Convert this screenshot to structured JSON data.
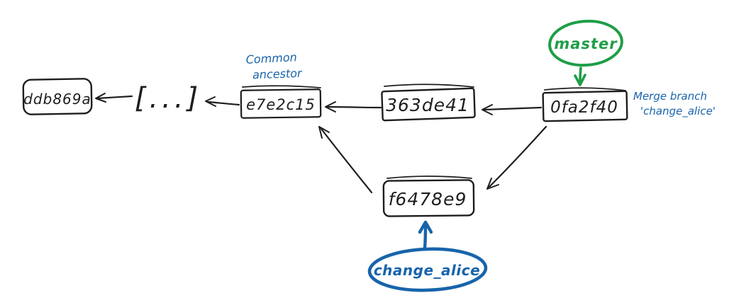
{
  "diagram": {
    "kind": "hand-drawn git commit graph",
    "background": "#ffffff"
  },
  "colors": {
    "ink": "#1e1e1e",
    "branch_master": "#1f9e47",
    "branch_blue": "#1864ab",
    "bg": "#ffffff"
  },
  "commits": {
    "oldest": {
      "id": "ddb869a"
    },
    "ellipsis": {
      "label": "[...]"
    },
    "common_ancestor": {
      "id": "e7e2c15"
    },
    "middle": {
      "id": "363de41"
    },
    "merge": {
      "id": "0fa2f40"
    },
    "feature": {
      "id": "f6478e9"
    }
  },
  "branches": {
    "master": {
      "name": "master",
      "color": "#1f9e47"
    },
    "change_alice": {
      "name": "change_alice",
      "color": "#1864ab"
    }
  },
  "annotations": {
    "common_ancestor": {
      "line1": "Common",
      "line2": "ancestor"
    },
    "merge_commit": {
      "line1": "Merge branch",
      "line2": "'change_alice'"
    }
  },
  "edges": [
    {
      "from": "[...]",
      "to": "ddb869a"
    },
    {
      "from": "e7e2c15",
      "to": "[...]"
    },
    {
      "from": "363de41",
      "to": "e7e2c15"
    },
    {
      "from": "0fa2f40",
      "to": "363de41"
    },
    {
      "from": "f6478e9",
      "to": "e7e2c15"
    },
    {
      "from": "0fa2f40",
      "to": "f6478e9"
    },
    {
      "from": "master",
      "to": "0fa2f40"
    },
    {
      "from": "change_alice",
      "to": "f6478e9"
    }
  ]
}
